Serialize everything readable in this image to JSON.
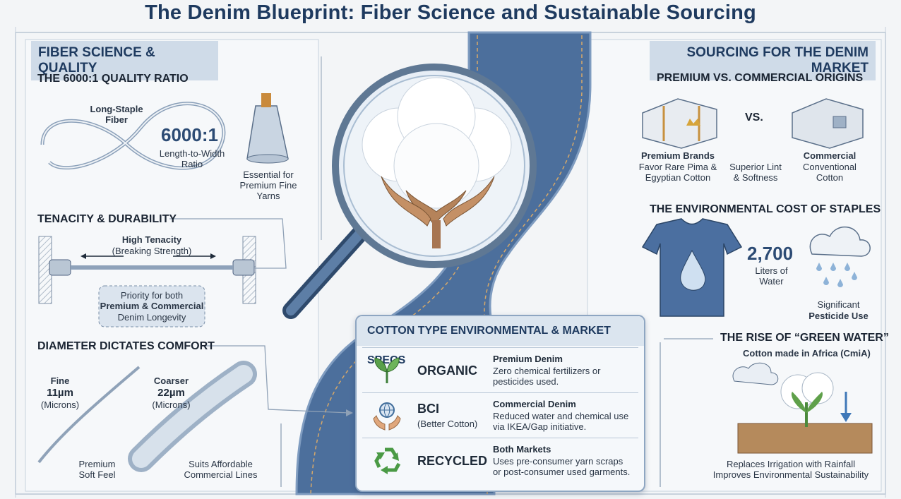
{
  "title": "The Denim Blueprint: Fiber Science and Sustainable Sourcing",
  "left": {
    "header": "FIBER SCIENCE & QUALITY",
    "ratio": {
      "heading": "THE 6000:1 QUALITY RATIO",
      "fiber_label": "Long-Staple\nFiber",
      "value": "6000:1",
      "value_caption": "Length-to-Width\nRatio",
      "spool_caption": "Essential for\nPremium Fine\nYarns"
    },
    "tenacity": {
      "heading": "TENACITY & DURABILITY",
      "label": "High Tenacity",
      "sub": "(Breaking Strength)",
      "note_line1": "Priority for both",
      "note_line2": "Premium & Commercial",
      "note_line3": "Denim Longevity"
    },
    "diameter": {
      "heading": "DIAMETER DICTATES COMFORT",
      "fine_name": "Fine",
      "fine_size": "11µm",
      "fine_unit": "(Microns)",
      "coarse_name": "Coarser",
      "coarse_size": "22µm",
      "coarse_unit": "(Microns)",
      "fine_caption": "Premium\nSoft Feel",
      "coarse_caption": "Suits Affordable\nCommercial Lines"
    }
  },
  "right": {
    "header": "SOURCING FOR THE DENIM MARKET",
    "origins": {
      "heading": "PREMIUM VS. COMMERCIAL ORIGINS",
      "vs": "VS.",
      "premium_title": "Premium Brands",
      "premium_desc": "Favor Rare Pima &\nEgyptian Cotton",
      "middle": "Superior Lint\n& Softness",
      "commercial_title": "Commercial",
      "commercial_desc": "Conventional\nCotton"
    },
    "env": {
      "heading": "THE ENVIRONMENTAL COST OF STAPLES",
      "value": "2,700",
      "unit": "Liters of\nWater",
      "pesticide_line1": "Significant",
      "pesticide_line2": "Pesticide Use"
    },
    "green": {
      "heading": "THE RISE OF “GREEN WATER”",
      "sub": "Cotton made in Africa (CmiA)",
      "caption": "Replaces Irrigation with Rainfall\nImproves Environmental Sustainability"
    }
  },
  "specs": {
    "title": "COTTON TYPE ENVIRONMENTAL & MARKET SPECS",
    "rows": [
      {
        "name": "ORGANIC",
        "sub": "",
        "market": "Premium Denim",
        "desc": "Zero chemical fertilizers or\npesticides used."
      },
      {
        "name": "BCI",
        "sub": "(Better Cotton)",
        "market": "Commercial Denim",
        "desc": "Reduced water and chemical use\nvia IKEA/Gap initiative."
      },
      {
        "name": "RECYCLED",
        "sub": "",
        "market": "Both Markets",
        "desc": "Uses pre-consumer yarn scraps\nor post-consumer used garments."
      }
    ]
  }
}
